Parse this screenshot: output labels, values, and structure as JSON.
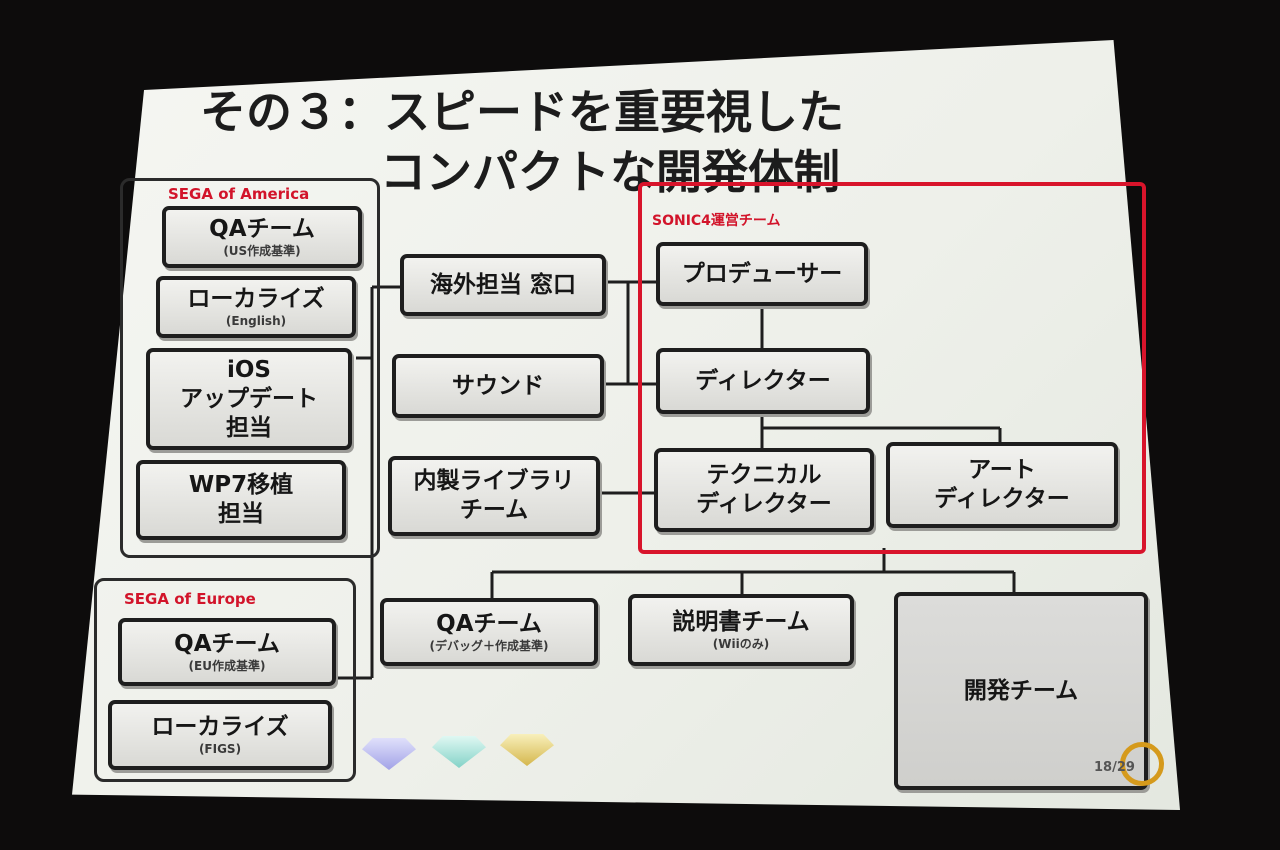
{
  "title": {
    "line1": "その３：スピードを重要視した",
    "line2": "コンパクトな開発体制"
  },
  "groups": {
    "america": "SEGA of America",
    "europe": "SEGA of Europe",
    "sonic4": "SONIC4運営チーム"
  },
  "america_boxes": [
    {
      "title": "QAチーム",
      "sub": "(US作成基準)"
    },
    {
      "title": "ローカライズ",
      "sub": "(English)"
    },
    {
      "title": "iOS\nアップデート\n担当",
      "sub": ""
    },
    {
      "title": "WP7移植\n担当",
      "sub": ""
    }
  ],
  "europe_boxes": [
    {
      "title": "QAチーム",
      "sub": "(EU作成基準)"
    },
    {
      "title": "ローカライズ",
      "sub": "(FIGS)"
    }
  ],
  "middle_boxes": [
    {
      "title": "海外担当 窓口"
    },
    {
      "title": "サウンド"
    },
    {
      "title": "内製ライブラリ\nチーム"
    }
  ],
  "sonic4_boxes": [
    {
      "title": "プロデューサー"
    },
    {
      "title": "ディレクター"
    },
    {
      "title": "テクニカル\nディレクター"
    },
    {
      "title": "アート\nディレクター"
    }
  ],
  "bottom_boxes": [
    {
      "title": "QAチーム",
      "sub": "(デバッグ＋作成基準)"
    },
    {
      "title": "説明書チーム",
      "sub": "(Wiiのみ)"
    },
    {
      "title": "開発チーム",
      "sub": ""
    }
  ],
  "page_number": "18/29",
  "colors": {
    "accent_red": "#d8142b",
    "box_border": "#1e1e1e"
  }
}
